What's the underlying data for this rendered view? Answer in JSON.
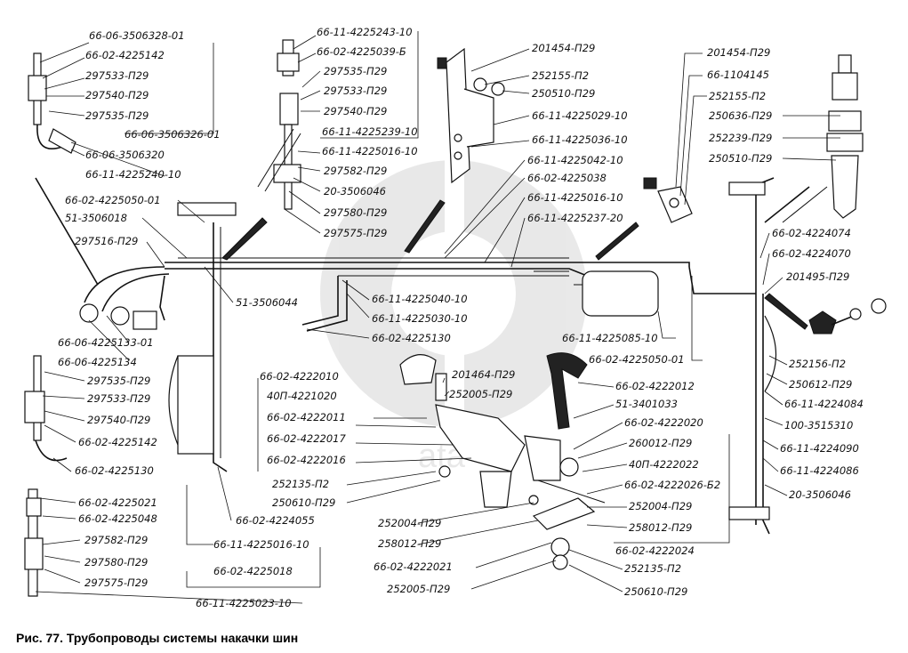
{
  "caption": "Рис.  77.  Трубопроводы системы накачки шин",
  "watermark": "ata",
  "labels": [
    {
      "id": "l1",
      "text": "66-06-3506328-01"
    },
    {
      "id": "l2",
      "text": "66-02-4225142"
    },
    {
      "id": "l3",
      "text": "297533-П29"
    },
    {
      "id": "l4",
      "text": "297540-П29"
    },
    {
      "id": "l5",
      "text": "297535-П29"
    },
    {
      "id": "l6",
      "text": "66-06-3506326-01"
    },
    {
      "id": "l7",
      "text": "66-06-3506320"
    },
    {
      "id": "l8",
      "text": "66-11-4225240-10"
    },
    {
      "id": "l9",
      "text": "66-11-4225243-10"
    },
    {
      "id": "l10",
      "text": "66-02-4225039-Б"
    },
    {
      "id": "l11",
      "text": "297535-П29"
    },
    {
      "id": "l12",
      "text": "297533-П29"
    },
    {
      "id": "l13",
      "text": "297540-П29"
    },
    {
      "id": "l14",
      "text": "66-11-4225239-10"
    },
    {
      "id": "l15",
      "text": "66-11-4225016-10"
    },
    {
      "id": "l16",
      "text": "297582-П29"
    },
    {
      "id": "l17",
      "text": "20-3506046"
    },
    {
      "id": "l18",
      "text": "297580-П29"
    },
    {
      "id": "l19",
      "text": "297575-П29"
    },
    {
      "id": "l20",
      "text": "201454-П29"
    },
    {
      "id": "l21",
      "text": "252155-П2"
    },
    {
      "id": "l22",
      "text": "250510-П29"
    },
    {
      "id": "l23",
      "text": "66-11-4225029-10"
    },
    {
      "id": "l24",
      "text": "66-11-4225036-10"
    },
    {
      "id": "l25",
      "text": "66-11-4225042-10"
    },
    {
      "id": "l26",
      "text": "66-02-4225038"
    },
    {
      "id": "l27",
      "text": "66-11-4225016-10"
    },
    {
      "id": "l28",
      "text": "66-11-4225237-20"
    },
    {
      "id": "l29",
      "text": "201454-П29"
    },
    {
      "id": "l30",
      "text": "66-1104145"
    },
    {
      "id": "l31",
      "text": "252155-П2"
    },
    {
      "id": "l32",
      "text": "250636-П29"
    },
    {
      "id": "l33",
      "text": "252239-П29"
    },
    {
      "id": "l34",
      "text": "250510-П29"
    },
    {
      "id": "l35",
      "text": "66-02-4225050-01"
    },
    {
      "id": "l36",
      "text": "51-3506018"
    },
    {
      "id": "l37",
      "text": "297516-П29"
    },
    {
      "id": "l38",
      "text": "51-3506044"
    },
    {
      "id": "l39",
      "text": "66-11-4225040-10"
    },
    {
      "id": "l40",
      "text": "66-11-4225030-10"
    },
    {
      "id": "l41",
      "text": "66-02-4225130"
    },
    {
      "id": "l42",
      "text": "66-02-4224074"
    },
    {
      "id": "l43",
      "text": "66-02-4224070"
    },
    {
      "id": "l44",
      "text": "201495-П29"
    },
    {
      "id": "l45",
      "text": "66-11-4225085-10"
    },
    {
      "id": "l46",
      "text": "66-02-4225050-01"
    },
    {
      "id": "l47",
      "text": "66-06-4225133-01"
    },
    {
      "id": "l48",
      "text": "66-06-4225134"
    },
    {
      "id": "l49",
      "text": "297535-П29"
    },
    {
      "id": "l50",
      "text": "297533-П29"
    },
    {
      "id": "l51",
      "text": "297540-П29"
    },
    {
      "id": "l52",
      "text": "66-02-4225142"
    },
    {
      "id": "l53",
      "text": "66-02-4225130"
    },
    {
      "id": "l54",
      "text": "66-02-4222010"
    },
    {
      "id": "l55",
      "text": "40П-4221020"
    },
    {
      "id": "l56",
      "text": "66-02-4222011"
    },
    {
      "id": "l57",
      "text": "66-02-4222017"
    },
    {
      "id": "l58",
      "text": "66-02-4222016"
    },
    {
      "id": "l59",
      "text": "201464-П29"
    },
    {
      "id": "l60",
      "text": "252005-П29"
    },
    {
      "id": "l61",
      "text": "66-02-4222012"
    },
    {
      "id": "l62",
      "text": "51-3401033"
    },
    {
      "id": "l63",
      "text": "66-02-4222020"
    },
    {
      "id": "l64",
      "text": "260012-П29"
    },
    {
      "id": "l65",
      "text": "40П-4222022"
    },
    {
      "id": "l66",
      "text": "66-02-4222026-Б2"
    },
    {
      "id": "l67",
      "text": "252004-П29"
    },
    {
      "id": "l68",
      "text": "258012-П29"
    },
    {
      "id": "l69",
      "text": "66-02-4222024"
    },
    {
      "id": "l70",
      "text": "252156-П2"
    },
    {
      "id": "l71",
      "text": "250612-П29"
    },
    {
      "id": "l72",
      "text": "66-11-4224084"
    },
    {
      "id": "l73",
      "text": "100-3515310"
    },
    {
      "id": "l74",
      "text": "66-11-4224090"
    },
    {
      "id": "l75",
      "text": "66-11-4224086"
    },
    {
      "id": "l76",
      "text": "20-3506046"
    },
    {
      "id": "l77",
      "text": "252135-П2"
    },
    {
      "id": "l78",
      "text": "250610-П29"
    },
    {
      "id": "l79",
      "text": "252004-П29"
    },
    {
      "id": "l80",
      "text": "258012-П29"
    },
    {
      "id": "l81",
      "text": "66-02-4222021"
    },
    {
      "id": "l82",
      "text": "252135-П2"
    },
    {
      "id": "l83",
      "text": "252005-П29"
    },
    {
      "id": "l84",
      "text": "250610-П29"
    },
    {
      "id": "l85",
      "text": "66-02-4225021"
    },
    {
      "id": "l86",
      "text": "66-02-4225048"
    },
    {
      "id": "l87",
      "text": "297582-П29"
    },
    {
      "id": "l88",
      "text": "297580-П29"
    },
    {
      "id": "l89",
      "text": "297575-П29"
    },
    {
      "id": "l90",
      "text": "66-02-4224055"
    },
    {
      "id": "l91",
      "text": "66-11-4225016-10"
    },
    {
      "id": "l92",
      "text": "66-02-4225018"
    },
    {
      "id": "l93",
      "text": "66-11-4225023-10"
    }
  ]
}
